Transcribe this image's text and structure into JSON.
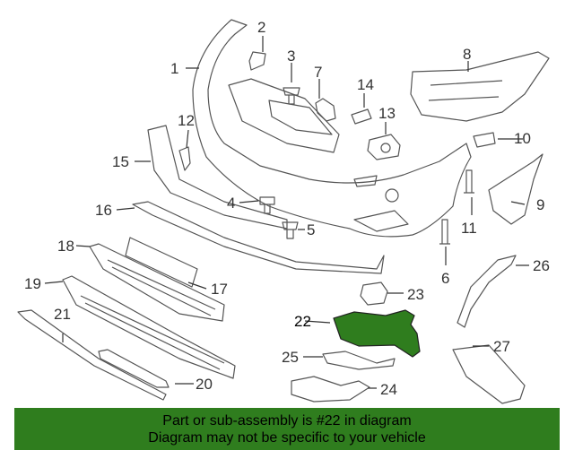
{
  "diagram": {
    "callouts": [
      {
        "id": "c1",
        "label": "1"
      },
      {
        "id": "c2",
        "label": "2"
      },
      {
        "id": "c3",
        "label": "3"
      },
      {
        "id": "c4",
        "label": "4"
      },
      {
        "id": "c5",
        "label": "5"
      },
      {
        "id": "c6",
        "label": "6"
      },
      {
        "id": "c7",
        "label": "7"
      },
      {
        "id": "c8",
        "label": "8"
      },
      {
        "id": "c9",
        "label": "9"
      },
      {
        "id": "c10",
        "label": "10"
      },
      {
        "id": "c11",
        "label": "11"
      },
      {
        "id": "c12",
        "label": "12"
      },
      {
        "id": "c13",
        "label": "13"
      },
      {
        "id": "c14",
        "label": "14"
      },
      {
        "id": "c15",
        "label": "15"
      },
      {
        "id": "c16",
        "label": "16"
      },
      {
        "id": "c17",
        "label": "17"
      },
      {
        "id": "c18",
        "label": "18"
      },
      {
        "id": "c19",
        "label": "19"
      },
      {
        "id": "c20",
        "label": "20"
      },
      {
        "id": "c21",
        "label": "21"
      },
      {
        "id": "c22",
        "label": "22"
      },
      {
        "id": "c23",
        "label": "23"
      },
      {
        "id": "c24",
        "label": "24"
      },
      {
        "id": "c25",
        "label": "25"
      },
      {
        "id": "c26",
        "label": "26"
      },
      {
        "id": "c27",
        "label": "27"
      }
    ],
    "highlighted_part": "22",
    "highlight_color": "#2f7d1e"
  },
  "banner": {
    "line1": "Part or sub-assembly is #22 in diagram",
    "line2": "Diagram may not be specific to your vehicle",
    "background": "#2f7d1e"
  }
}
